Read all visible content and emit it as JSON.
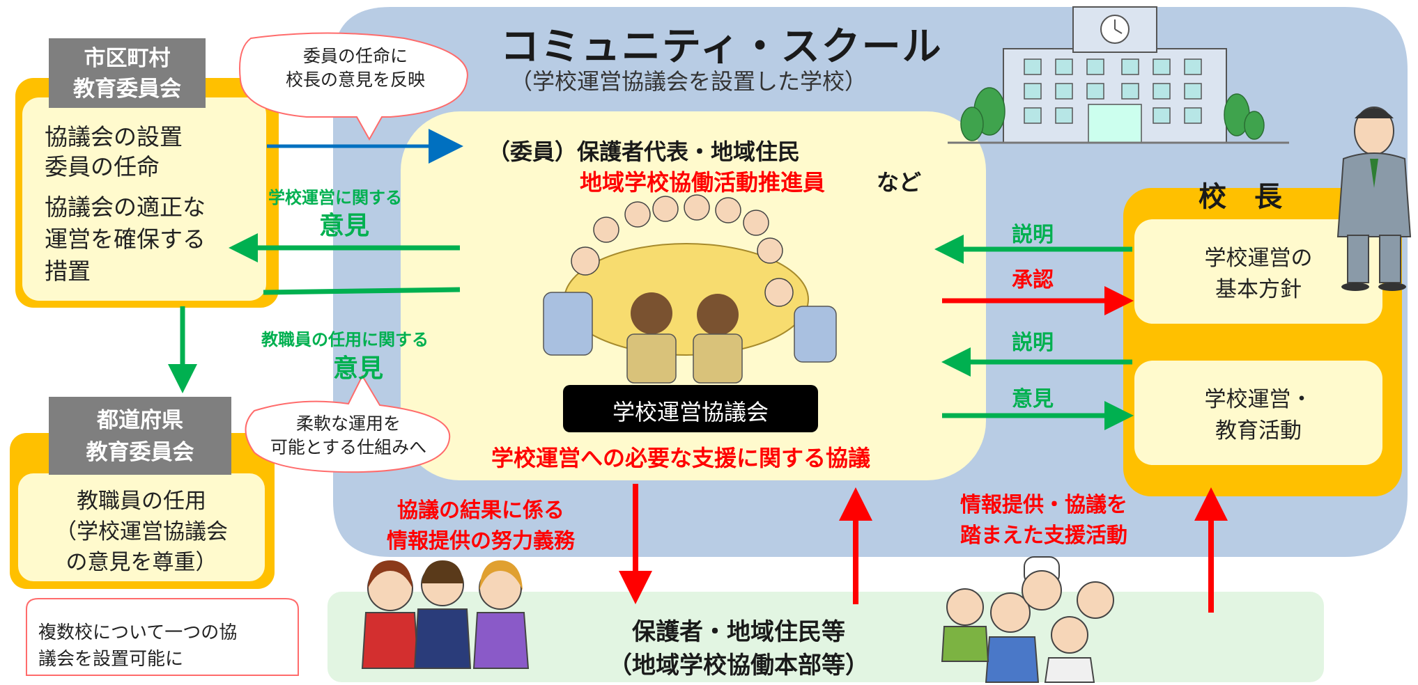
{
  "title": {
    "main": "コミュニティ・スクール",
    "sub": "（学校運営協議会を設置した学校）"
  },
  "municipal_board": {
    "header": [
      "市区町村",
      "教育委員会"
    ],
    "items": [
      "協議会の設置",
      "委員の任命",
      "協議会の適正な",
      "運営を確保する",
      "措置"
    ]
  },
  "prefectural_board": {
    "header": [
      "都道府県",
      "教育委員会"
    ],
    "items": [
      "教職員の任用",
      "（学校運営協議会",
      "の意見を尊重）"
    ]
  },
  "bubbles": {
    "appointment": [
      "委員の任命に",
      "校長の意見を反映"
    ],
    "flexible": [
      "柔軟な運用を",
      "可能とする仕組みへ"
    ],
    "multiple_schools": [
      "複数校について一つの協",
      "議会を設置可能に"
    ]
  },
  "council": {
    "members_line1": "（委員）保護者代表・地域住民",
    "members_line2_red": "地域学校協働活動推進員",
    "members_line2_suffix": "など",
    "name_label": "学校運営協議会",
    "discussion": "学校運営への必要な支援に関する協議"
  },
  "left_arrows": {
    "school_ops_small": "学校運営に関する",
    "school_ops_big": "意見",
    "staff_small": "教職員の任用に関する",
    "staff_big": "意見"
  },
  "principal": {
    "title": "校　長",
    "policy": [
      "学校運営の",
      "基本方針"
    ],
    "activities": [
      "学校運営・",
      "教育活動"
    ]
  },
  "right_arrows": {
    "explain1": "説明",
    "approve": "承認",
    "explain2": "説明",
    "opinion": "意見"
  },
  "bottom": {
    "info_duty": [
      "協議の結果に係る",
      "情報提供の努力義務"
    ],
    "support": [
      "情報提供・協議を",
      "踏まえた支援活動"
    ],
    "community": [
      "保護者・地域住民等",
      "（地域学校協働本部等）"
    ]
  },
  "colors": {
    "community_school_bg": "#b8cce4",
    "council_bg": "#fffacd",
    "orange": "#ffc000",
    "gray_header": "#7f7f7f",
    "green": "#00b050",
    "red": "#ff0000",
    "blue": "#0070c0",
    "light_green_band": "#e6f7e6"
  }
}
